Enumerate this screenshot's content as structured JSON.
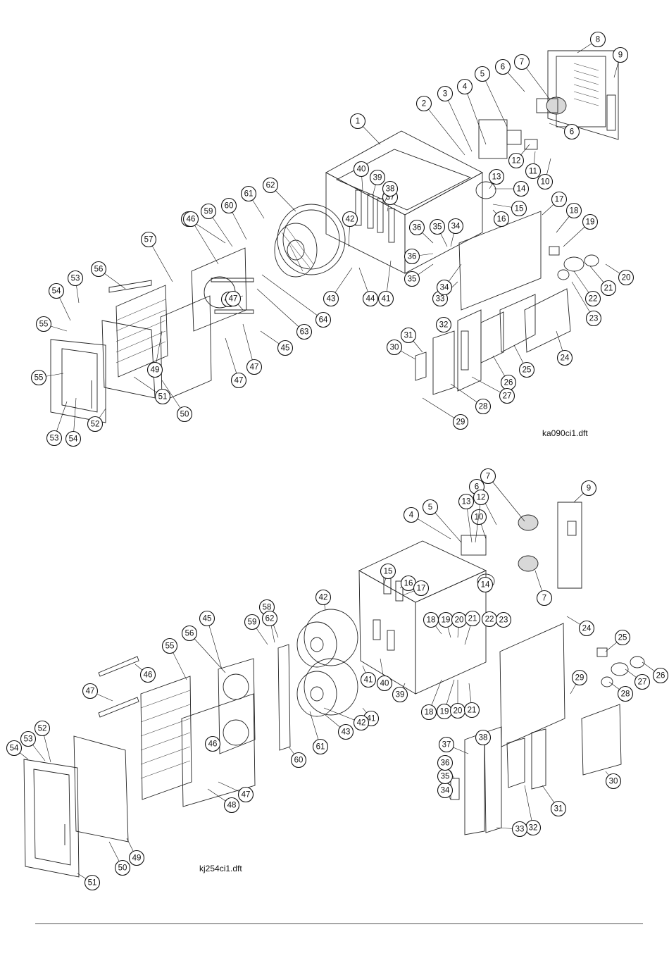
{
  "diagrams": [
    {
      "filename": "ka090ci1.dft",
      "callouts": [
        "1",
        "2",
        "3",
        "4",
        "5",
        "6",
        "6",
        "7",
        "8",
        "9",
        "10",
        "11",
        "12",
        "13",
        "14",
        "15",
        "16",
        "17",
        "18",
        "19",
        "20",
        "21",
        "22",
        "23",
        "24",
        "25",
        "26",
        "27",
        "28",
        "29",
        "30",
        "31",
        "32",
        "33",
        "34",
        "34",
        "35",
        "35",
        "36",
        "36",
        "37",
        "38",
        "39",
        "40",
        "41",
        "42",
        "43",
        "44",
        "44",
        "45",
        "45",
        "46",
        "47",
        "47",
        "47",
        "49",
        "50",
        "51",
        "52",
        "53",
        "53",
        "54",
        "54",
        "55",
        "55",
        "56",
        "57",
        "59",
        "60",
        "61",
        "62",
        "63",
        "64"
      ]
    },
    {
      "filename": "kj254ci1.dft",
      "callouts": [
        "4",
        "5",
        "6",
        "7",
        "7",
        "9",
        "10",
        "12",
        "13",
        "14",
        "15",
        "16",
        "17",
        "18",
        "18",
        "19",
        "19",
        "20",
        "20",
        "21",
        "21",
        "22",
        "23",
        "24",
        "25",
        "26",
        "27",
        "28",
        "29",
        "30",
        "31",
        "32",
        "33",
        "34",
        "35",
        "36",
        "37",
        "38",
        "39",
        "40",
        "41",
        "41",
        "42",
        "42",
        "43",
        "45",
        "46",
        "46",
        "47",
        "47",
        "48",
        "49",
        "50",
        "51",
        "52",
        "53",
        "54",
        "55",
        "56",
        "58",
        "59",
        "60",
        "61",
        "62"
      ]
    }
  ]
}
